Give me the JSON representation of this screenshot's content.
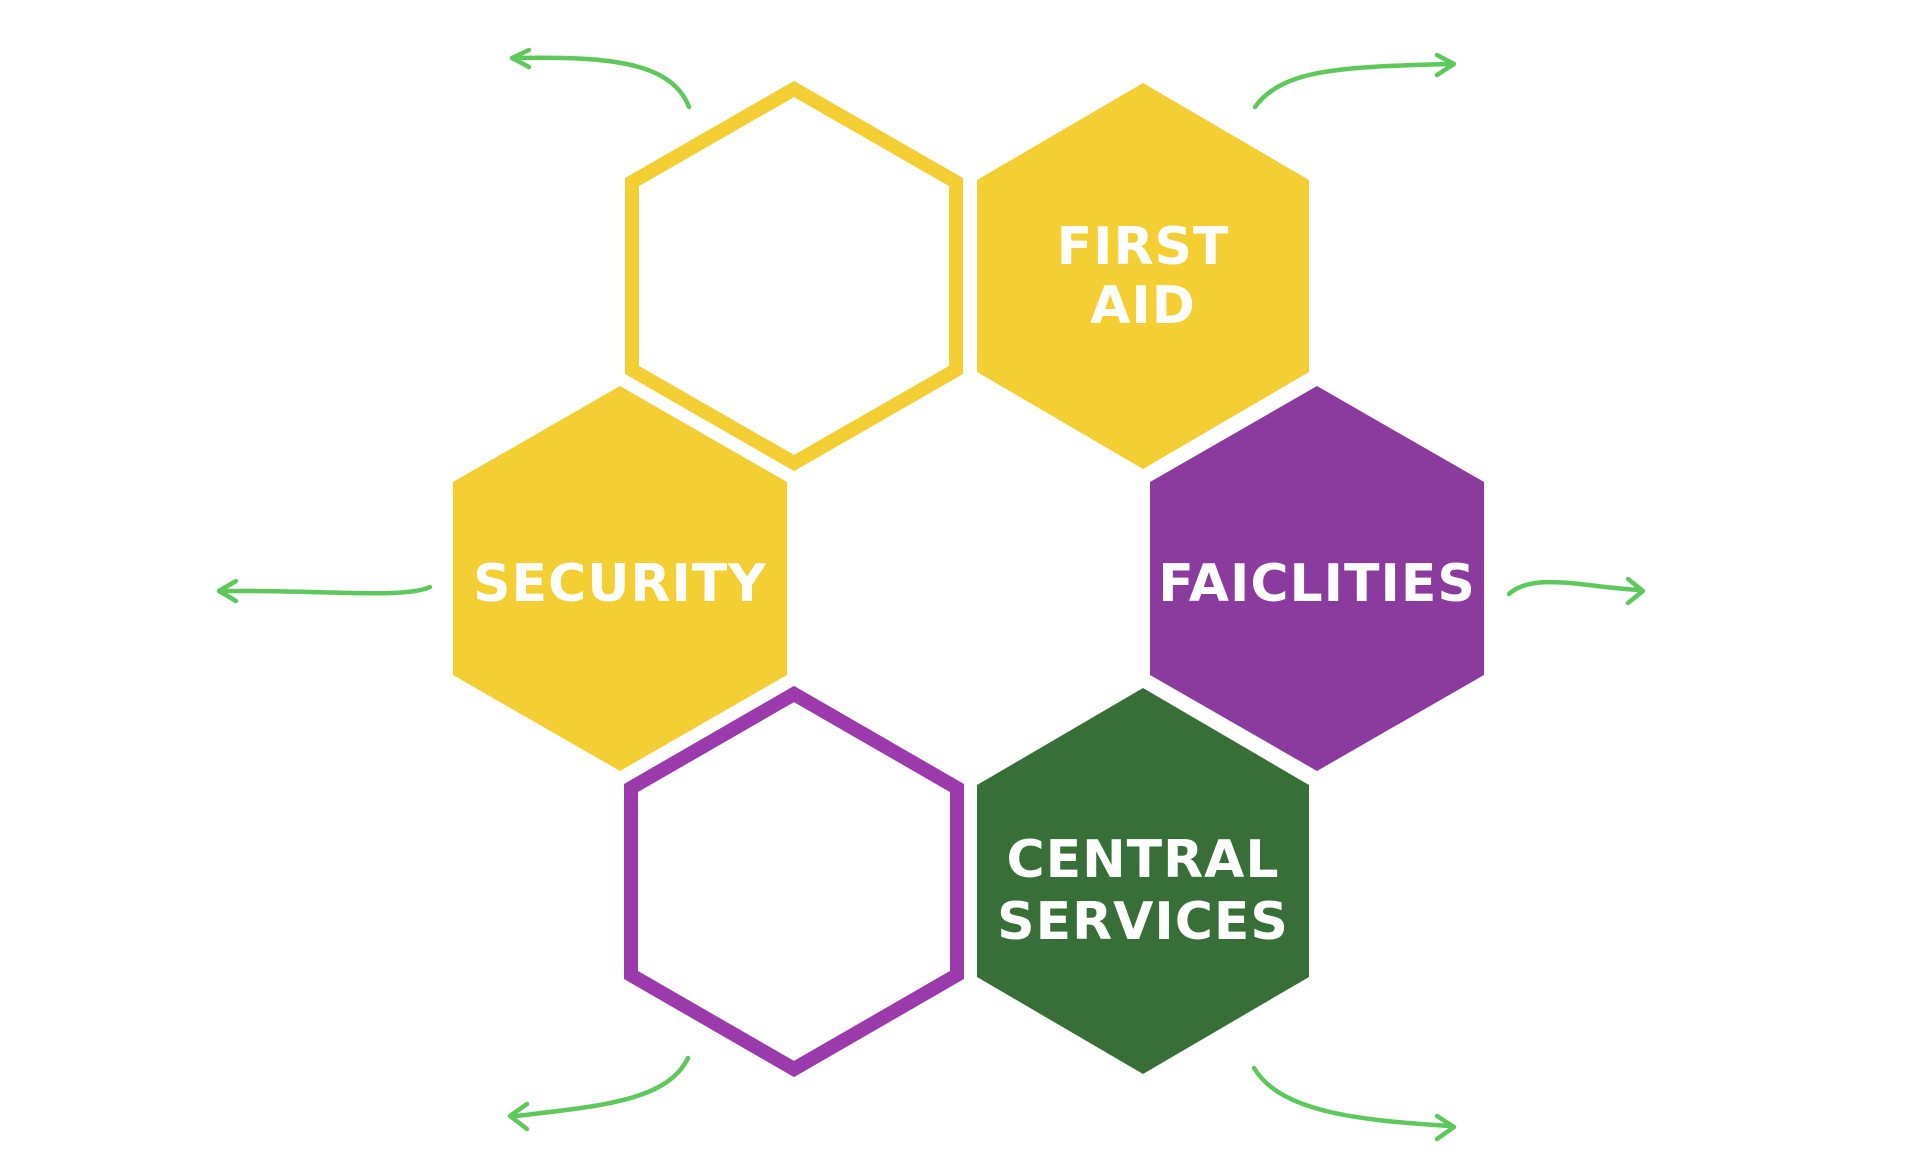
{
  "diagram": {
    "colors": {
      "yellow": "#F4CF33",
      "purple": "#8B3A9E",
      "purple_outline": "#9B3AAB",
      "green": "#386F38",
      "arrow": "#5DC95A",
      "label": "#FFFFFF"
    },
    "hexagons": [
      {
        "id": "top-left-outline",
        "style": "outline",
        "color": "yellow",
        "label_lines": []
      },
      {
        "id": "first-aid",
        "style": "filled",
        "color": "yellow",
        "label_lines": [
          "FIRST",
          "AID"
        ]
      },
      {
        "id": "security",
        "style": "filled",
        "color": "yellow",
        "label_lines": [
          "SECURITY"
        ]
      },
      {
        "id": "facilities",
        "style": "filled",
        "color": "purple",
        "label_lines": [
          "FAICLITIES"
        ]
      },
      {
        "id": "bottom-left-outline",
        "style": "outline",
        "color": "purple_outline",
        "label_lines": []
      },
      {
        "id": "central-services",
        "style": "filled",
        "color": "green",
        "label_lines": [
          "CENTRAL",
          "SERVICES"
        ]
      }
    ],
    "arrows": [
      {
        "id": "arrow-top-left",
        "direction": "left"
      },
      {
        "id": "arrow-top-right",
        "direction": "right"
      },
      {
        "id": "arrow-middle-left",
        "direction": "left"
      },
      {
        "id": "arrow-middle-right",
        "direction": "right"
      },
      {
        "id": "arrow-bottom-left",
        "direction": "left"
      },
      {
        "id": "arrow-bottom-right",
        "direction": "right"
      }
    ]
  }
}
